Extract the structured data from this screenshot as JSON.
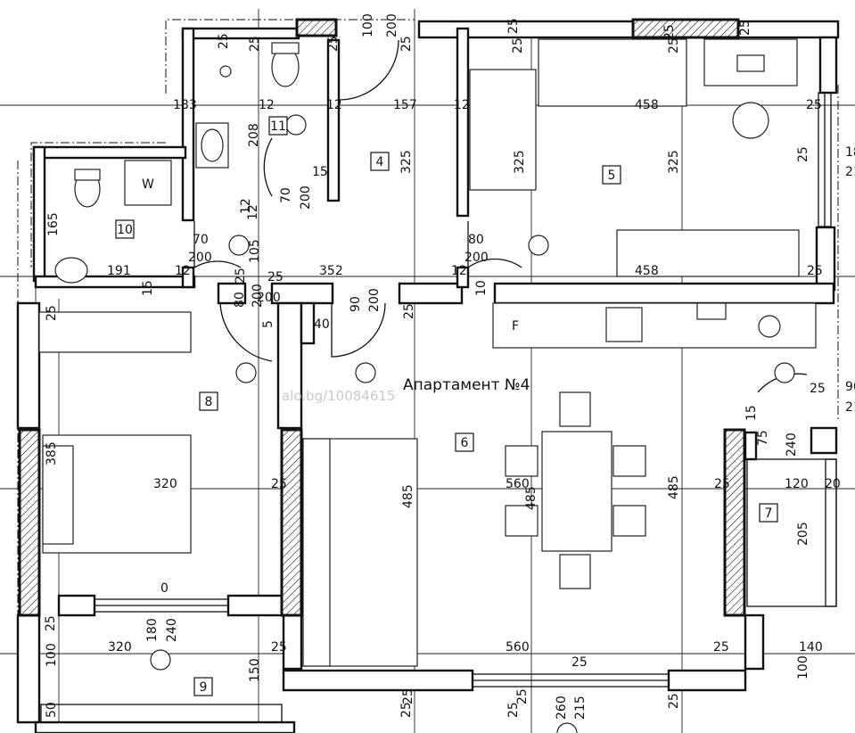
{
  "plan": {
    "title": "Апартамент №4",
    "watermark": "alo.bg/10084615",
    "rooms": [
      "4",
      "5",
      "6",
      "7",
      "8",
      "9",
      "10",
      "11"
    ],
    "labels": {
      "washer": "W",
      "fridge": "F"
    },
    "dims": [
      "25",
      "25",
      "100",
      "200",
      "25",
      "25",
      "183",
      "12",
      "157",
      "12",
      "458",
      "25",
      "12",
      "208",
      "325",
      "325",
      "325",
      "18",
      "21",
      "25",
      "15",
      "70",
      "200",
      "12",
      "70",
      "200",
      "80",
      "200",
      "165",
      "191",
      "12",
      "105",
      "352",
      "12",
      "458",
      "25",
      "15",
      "25",
      "80",
      "25",
      "200",
      "90",
      "200",
      "10",
      "25",
      "5",
      "40",
      "8",
      "385",
      "320",
      "25",
      "485",
      "560",
      "485",
      "485",
      "25",
      "120",
      "20",
      "96",
      "21",
      "15",
      "240",
      "75",
      "205",
      "0",
      "180",
      "240",
      "25",
      "320",
      "25",
      "560",
      "25",
      "140",
      "100",
      "150",
      "25",
      "25",
      "260",
      "215",
      "25",
      "100",
      "50",
      "12",
      "25",
      "25",
      "25",
      "25",
      "25",
      "25",
      "25",
      "25",
      "25",
      "25",
      "200"
    ]
  }
}
